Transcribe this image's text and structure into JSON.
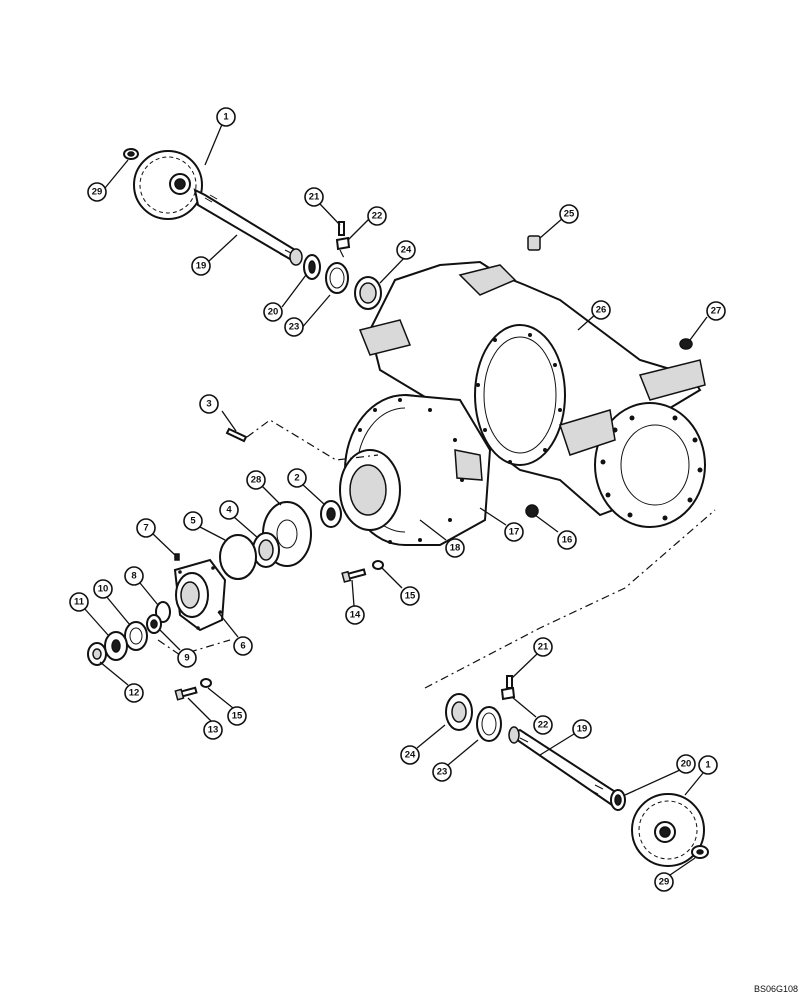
{
  "figure_code": "BS06G108",
  "callouts": [
    {
      "label": "1"
    },
    {
      "label": "29"
    },
    {
      "label": "19"
    },
    {
      "label": "21"
    },
    {
      "label": "22"
    },
    {
      "label": "24"
    },
    {
      "label": "25"
    },
    {
      "label": "20"
    },
    {
      "label": "23"
    },
    {
      "label": "26"
    },
    {
      "label": "27"
    },
    {
      "label": "3"
    },
    {
      "label": "2"
    },
    {
      "label": "28"
    },
    {
      "label": "4"
    },
    {
      "label": "5"
    },
    {
      "label": "7"
    },
    {
      "label": "16"
    },
    {
      "label": "17"
    },
    {
      "label": "18"
    },
    {
      "label": "8"
    },
    {
      "label": "10"
    },
    {
      "label": "11"
    },
    {
      "label": "15"
    },
    {
      "label": "14"
    },
    {
      "label": "6"
    },
    {
      "label": "9"
    },
    {
      "label": "12"
    },
    {
      "label": "13"
    },
    {
      "label": "15"
    },
    {
      "label": "21"
    },
    {
      "label": "22"
    },
    {
      "label": "19"
    },
    {
      "label": "24"
    },
    {
      "label": "20"
    },
    {
      "label": "1"
    },
    {
      "label": "23"
    },
    {
      "label": "29"
    }
  ]
}
